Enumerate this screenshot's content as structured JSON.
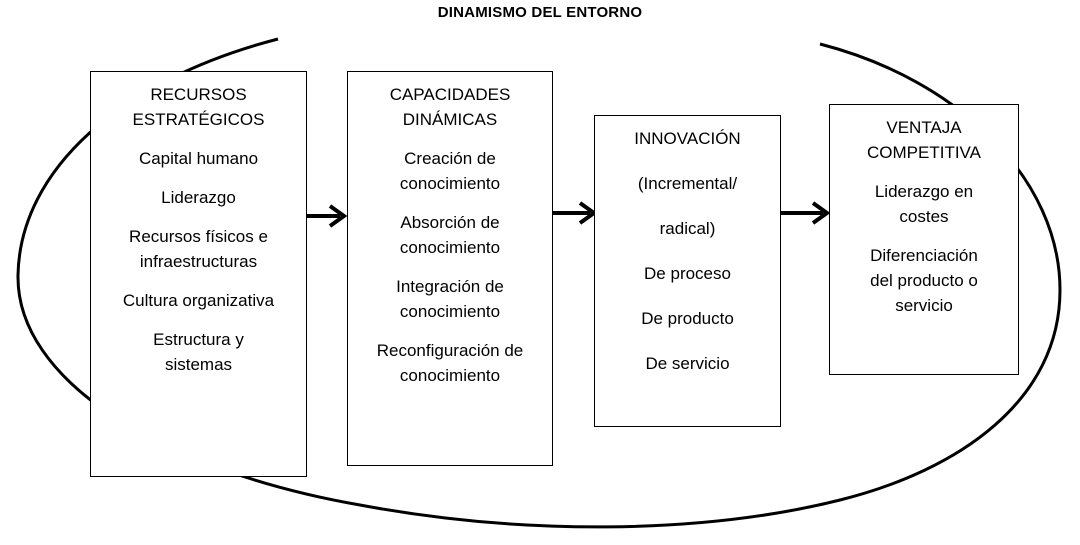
{
  "title": "DINAMISMO DEL ENTORNO",
  "boxes": {
    "recursos": {
      "heading": [
        "RECURSOS",
        "ESTRATÉGICOS"
      ],
      "items": [
        [
          "Capital humano"
        ],
        [
          "Liderazgo"
        ],
        [
          "Recursos físicos e",
          "infraestructuras"
        ],
        [
          "Cultura organizativa"
        ],
        [
          "Estructura y",
          "sistemas"
        ]
      ]
    },
    "capacidades": {
      "heading": [
        "CAPACIDADES",
        "DINÁMICAS"
      ],
      "items": [
        [
          "Creación de",
          "conocimiento"
        ],
        [
          "Absorción de",
          "conocimiento"
        ],
        [
          "Integración de",
          "conocimiento"
        ],
        [
          "Reconfiguración de",
          "conocimiento"
        ]
      ]
    },
    "innovacion": {
      "heading": [
        "INNOVACIÓN"
      ],
      "items": [
        [
          "(Incremental/"
        ],
        [
          "radical)"
        ],
        [
          "De proceso"
        ],
        [
          "De producto"
        ],
        [
          "De servicio"
        ]
      ]
    },
    "ventaja": {
      "heading": [
        "VENTAJA",
        "COMPETITIVA"
      ],
      "items": [
        [
          "Liderazgo en",
          "costes"
        ],
        [
          "Diferenciación",
          "del producto o",
          "servicio"
        ]
      ]
    }
  },
  "colors": {
    "stroke": "#000000",
    "background": "#ffffff"
  }
}
